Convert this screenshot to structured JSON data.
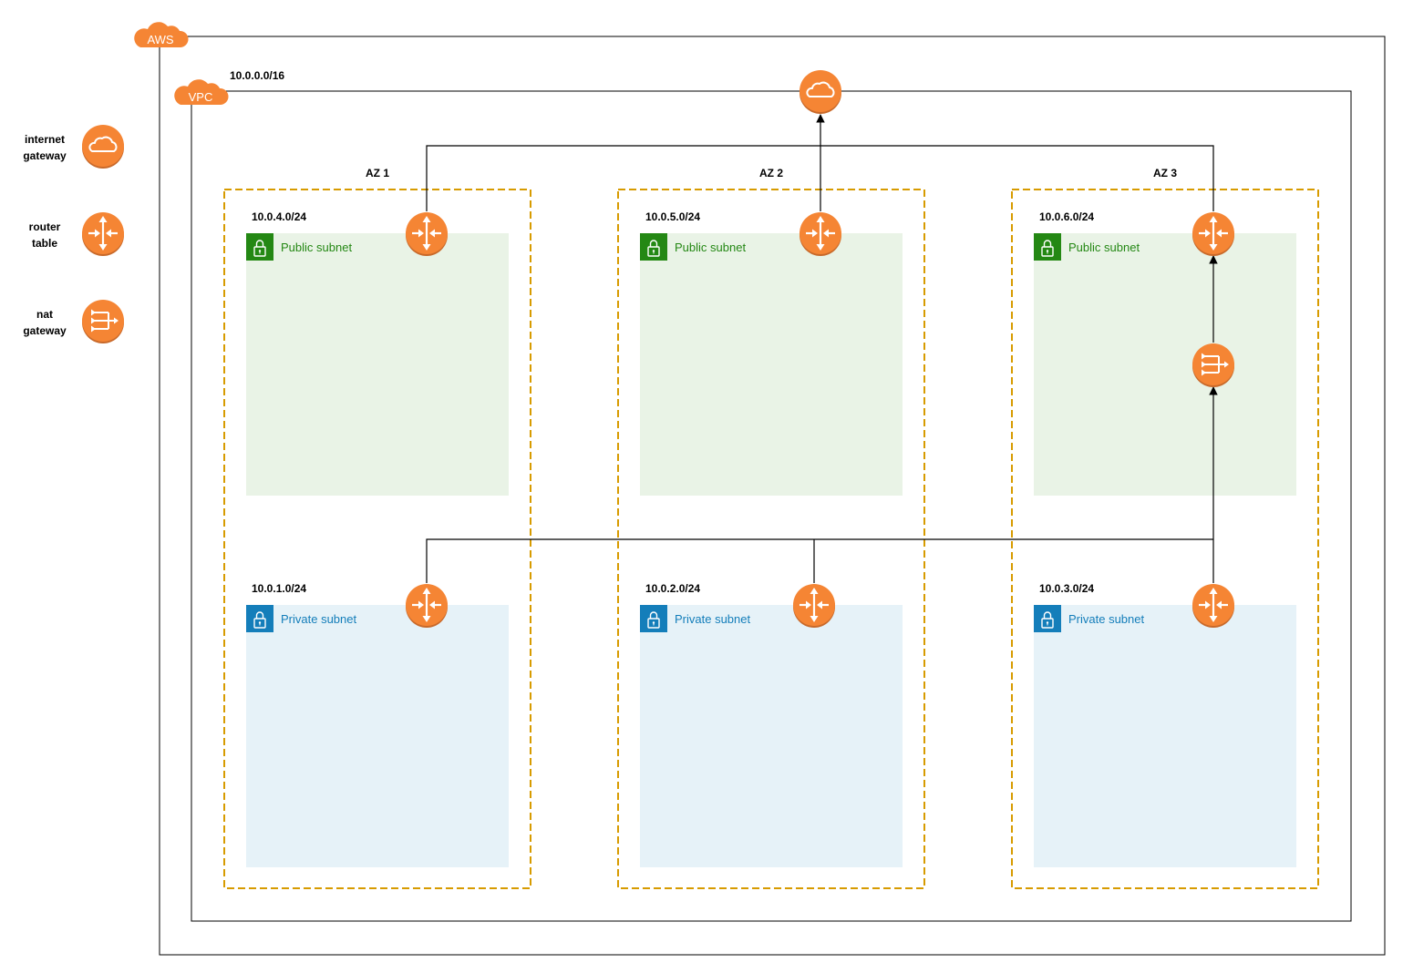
{
  "colors": {
    "aws_orange": "#F58534",
    "az_border": "#D79B00",
    "public_fill": "#E9F3E6",
    "public_accent": "#248814",
    "private_fill": "#E6F2F8",
    "private_accent": "#147EBA",
    "line": "#000000"
  },
  "aws": {
    "badge": "AWS"
  },
  "vpc": {
    "badge": "VPC",
    "cidr": "10.0.0.0/16"
  },
  "legend": [
    {
      "line1": "internet",
      "line2": "gateway",
      "icon": "internet-gateway-icon"
    },
    {
      "line1": "router",
      "line2": "table",
      "icon": "router-icon"
    },
    {
      "line1": "nat",
      "line2": "gateway",
      "icon": "nat-gateway-icon"
    }
  ],
  "azs": [
    {
      "label": "AZ 1",
      "public": {
        "cidr": "10.0.4.0/24",
        "label": "Public subnet"
      },
      "private": {
        "cidr": "10.0.1.0/24",
        "label": "Private subnet"
      }
    },
    {
      "label": "AZ 2",
      "public": {
        "cidr": "10.0.5.0/24",
        "label": "Public subnet"
      },
      "private": {
        "cidr": "10.0.2.0/24",
        "label": "Private subnet"
      }
    },
    {
      "label": "AZ 3",
      "public": {
        "cidr": "10.0.6.0/24",
        "label": "Public subnet"
      },
      "private": {
        "cidr": "10.0.3.0/24",
        "label": "Private subnet"
      }
    }
  ]
}
